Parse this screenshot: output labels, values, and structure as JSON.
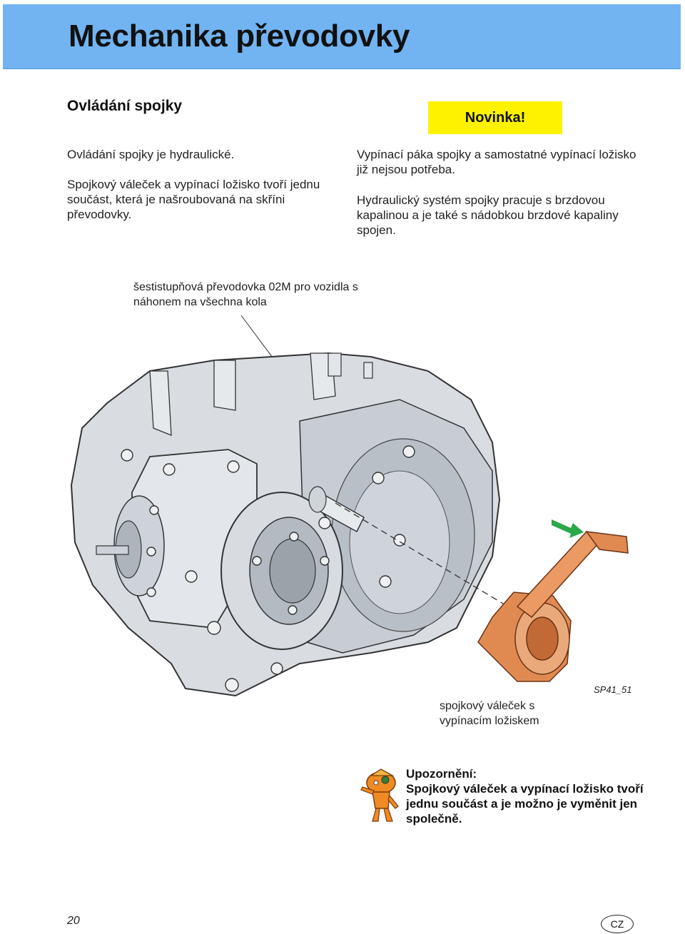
{
  "header": {
    "title": "Mechanika převodovky"
  },
  "section": {
    "title": "Ovládání spojky"
  },
  "badge": {
    "label": "Novinka!"
  },
  "left_column": {
    "p1": "Ovládání spojky je hydraulické.",
    "p2": "Spojkový váleček a vypínací ložisko tvoří jednu součást, která je našroubovaná na skříni převodovky."
  },
  "right_column": {
    "p1": "Vypínací páka spojky a samostatné vypínací ložisko již nejsou potřeba.",
    "p2": "Hydraulický systém spojky pracuje s brzdovou kapalinou a je také s nádobkou brzdové kapaliny spojen."
  },
  "figure": {
    "caption_gearbox": "šestistupňová převodovka 02M pro vozidla s náhonem na všechna kola",
    "caption_cylinder": "spojkový váleček s vypínacím ložiskem",
    "code": "SP41_51"
  },
  "note": {
    "title": "Upozornění:",
    "text": "Spojkový váleček a vypínací ložisko tvoří jednu součást a je možno je vyměnit jen společně."
  },
  "footer": {
    "page": "20",
    "lang": "CZ"
  },
  "colors": {
    "banner": "#72b4f2",
    "badge": "#fff200",
    "cylinder": "#e08a52",
    "arrow": "#2aa84a",
    "mascot": "#f08a24"
  }
}
